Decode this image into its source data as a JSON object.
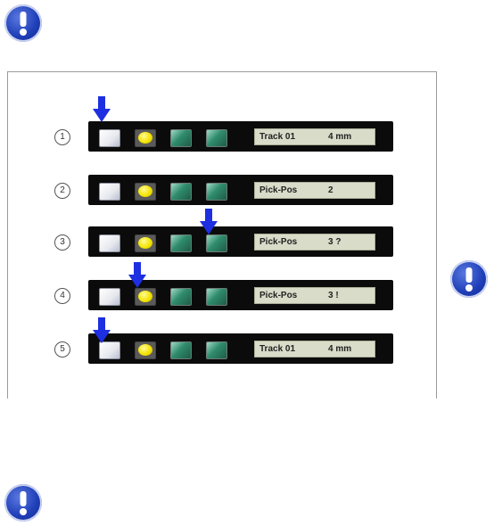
{
  "icons": {
    "notice_top": "exclamation-icon",
    "notice_right": "exclamation-icon",
    "notice_bottom": "exclamation-icon"
  },
  "colors": {
    "notice_blue": "#1f3fb8",
    "arrow_blue": "#1d2fe0",
    "panel_black": "#0b0b0b",
    "display_bg": "#d9dcc8",
    "key_yellow": "#f4e400",
    "key_green": "#2f8c6c"
  },
  "steps": [
    {
      "number": "1",
      "display_left": "Track 01",
      "display_right": "4 mm",
      "arrow_target": "white-key"
    },
    {
      "number": "2",
      "display_left": "Pick-Pos",
      "display_right": "2",
      "arrow_target": ""
    },
    {
      "number": "3",
      "display_left": "Pick-Pos",
      "display_right": "3 ?",
      "arrow_target": "green-key-2"
    },
    {
      "number": "4",
      "display_left": "Pick-Pos",
      "display_right": "3 !",
      "arrow_target": "yellow-key"
    },
    {
      "number": "5",
      "display_left": "Track 01",
      "display_right": "4 mm",
      "arrow_target": "white-key"
    }
  ]
}
